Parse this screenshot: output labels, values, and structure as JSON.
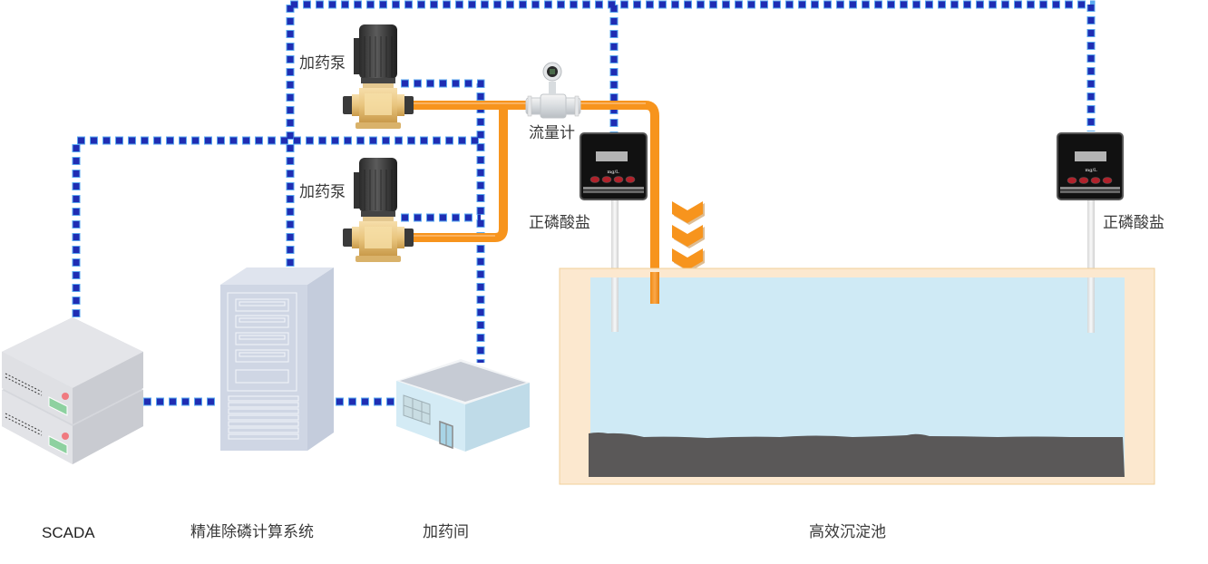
{
  "diagram": {
    "title": "",
    "colors": {
      "signal_line": "#1f2db3",
      "signal_line_border": "#5aa9f0",
      "pipe": "#f7941d",
      "water": "#cfeaf5",
      "sludge": "#5a5858",
      "tank_wall": "#fce8cf",
      "server": "#dfe1e6",
      "cabinet": "#cfd6e4",
      "building_wall": "#cde8f4",
      "analyzer_body": "#111111"
    },
    "nodes": {
      "pump_top": {
        "label": "加药泵"
      },
      "pump_bottom": {
        "label": "加药泵"
      },
      "flowmeter": {
        "label": "流量计"
      },
      "analyzer_left": {
        "label": "正磷酸盐",
        "unit": "mg/L"
      },
      "analyzer_right": {
        "label": "正磷酸盐",
        "unit": "mg/L"
      }
    },
    "bottom_labels": {
      "scada": "SCADA",
      "calc_system": "精准除磷计算系统",
      "dosing_room": "加药间",
      "tank": "高效沉淀池"
    }
  }
}
